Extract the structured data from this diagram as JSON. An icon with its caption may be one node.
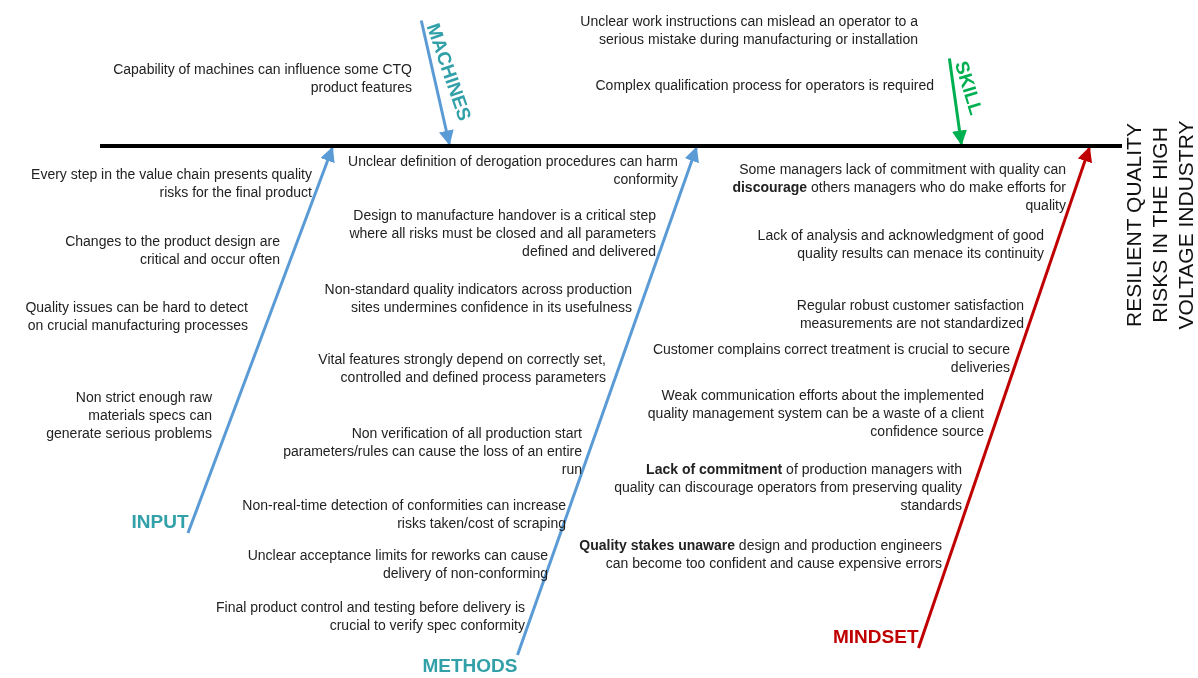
{
  "diagram": {
    "nodes": [
      {
        "text": [
          "RESILIENT QUALITY RISKS IN THE HIGH VOLTAGE INDUSTRY"
        ]
      },
      {
        "text": [],
        "shape": "bar"
      },
      {
        "text": [
          "MACHINES"
        ]
      },
      {
        "text": [
          "SKILL"
        ]
      },
      {
        "text": [
          "INPUT"
        ]
      },
      {
        "text": [
          "METHODS"
        ]
      },
      {
        "text": [
          "MINDSET"
        ]
      }
    ],
    "edges": [
      {
        "from": 2,
        "to": 1,
        "arrow": "to"
      },
      {
        "from": 3,
        "to": 1,
        "arrow": "to",
        "color": "#00b050"
      },
      {
        "from": 4,
        "to": 1,
        "arrow": "to"
      },
      {
        "from": 5,
        "to": 1,
        "arrow": "to"
      },
      {
        "from": 6,
        "to": 1,
        "arrow": "to",
        "color": "#c00000"
      }
    ],
    "labels": [
      "Capability of machines can influence some CTQ product features",
      "Unclear work instructions can mislead an operator to a serious mistake during manufacturing or installation",
      "Complex qualification process for operators is required",
      "Every step in the value chain presents quality risks for the final product",
      "Changes to the product design are critical and occur often",
      "Quality issues can be hard to detect on crucial manufacturing processes",
      "Non strict enough raw materials specs can generate serious problems",
      "Unclear definition of derogation procedures can harm conformity",
      "Design to manufacture handover is a critical step where all risks must be closed and all parameters defined and delivered",
      "Non-standard quality indicators across production sites undermines confidence in its usefulness",
      "Vital features strongly depend on correctly set, controlled and defined process parameters",
      "Non verification of all production start parameters/rules can cause the loss of an entire run",
      "Non-real-time detection of conformities can increase risks taken/cost of scraping",
      "Unclear acceptance limits for reworks can cause delivery of non-conforming",
      "Final product control and testing before delivery is crucial to verify spec conformity",
      "Some managers lack of commitment with quality can **discourage** others managers who do make efforts for quality",
      "Lack of analysis and acknowledgment of good quality results can menace its continuity",
      "Regular robust customer satisfaction measurements are not standardized",
      "Customer complains correct treatment is crucial to secure deliveries",
      "Weak communication efforts about the implemented quality management system can be a waste of a client confidence source",
      "**Lack of commitment** of production managers with quality can discourage operators from preserving quality standards",
      "**Quality stakes unaware** design and production engineers can become too confident and cause expensive errors"
    ]
  }
}
